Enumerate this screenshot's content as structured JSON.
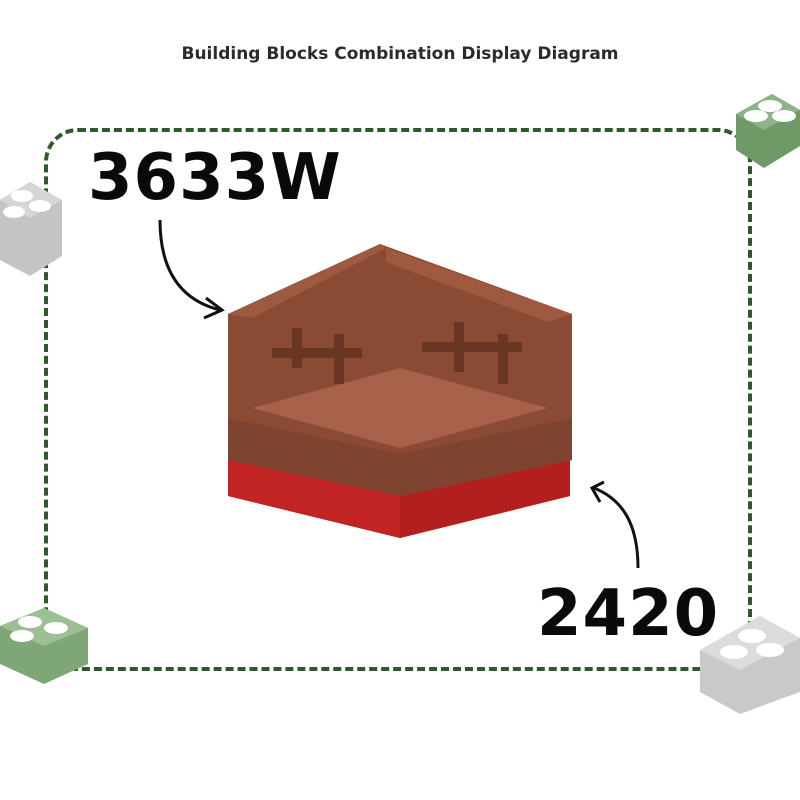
{
  "title": "Building Blocks Combination Display Diagram",
  "parts": {
    "top_part_number": "3633W",
    "bottom_part_number": "2420"
  },
  "colors": {
    "frame_border": "#2e5a2a",
    "top_piece_brown": "#8b4a33",
    "bottom_piece_red": "#d42a2a",
    "deco_green": "#6f9a68",
    "deco_gray": "#bdbdbd"
  },
  "icons": [
    "lego-brick-icon"
  ]
}
